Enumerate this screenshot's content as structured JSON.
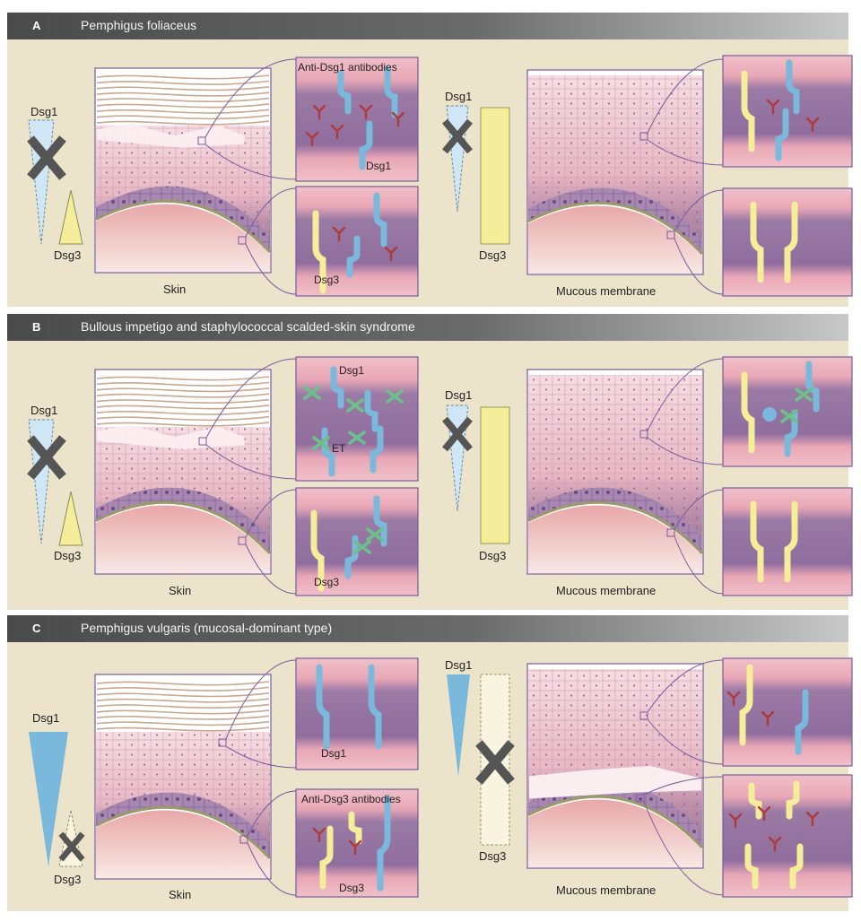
{
  "panels": [
    {
      "letter": "A",
      "title": "Pemphigus foliaceus",
      "skin_caption": "Skin",
      "mucosa_caption": "Mucous membrane",
      "skin_dsg1_label": "Dsg1",
      "skin_dsg3_label": "Dsg3",
      "mucosa_dsg1_label": "Dsg1",
      "mucosa_dsg3_label": "Dsg3",
      "inset_top_label": "Anti-Dsg1 antibodies",
      "inset_top_callout": "Dsg1",
      "inset_bottom_callout": "Dsg3"
    },
    {
      "letter": "B",
      "title": "Bullous impetigo and staphylococcal scalded-skin syndrome",
      "skin_caption": "Skin",
      "mucosa_caption": "Mucous membrane",
      "skin_dsg1_label": "Dsg1",
      "skin_dsg3_label": "Dsg3",
      "mucosa_dsg1_label": "Dsg1",
      "mucosa_dsg3_label": "Dsg3",
      "inset_top_label": "Dsg1",
      "inset_top_callout": "ET",
      "inset_bottom_callout": "Dsg3"
    },
    {
      "letter": "C",
      "title": "Pemphigus vulgaris (mucosal-dominant type)",
      "skin_caption": "Skin",
      "mucosa_caption": "Mucous membrane",
      "skin_dsg1_label": "Dsg1",
      "skin_dsg3_label": "Dsg3",
      "mucosa_dsg1_label": "Dsg1",
      "mucosa_dsg3_label": "Dsg3",
      "inset_top_callout": "Dsg1",
      "inset_bottom_label": "Anti-Dsg3 antibodies",
      "inset_bottom_callout": "Dsg3"
    }
  ],
  "colors": {
    "header_dark": "#4a4a4a",
    "panel_bg": "#ece3cb",
    "dsg1_blue": "#7ab8dc",
    "dsg1_light": "#cfe6f4",
    "dsg3_yellow": "#f4ee9a",
    "antibody_red": "#b03a3a",
    "toxin_green": "#6cc08a",
    "frame_purple": "#7a5aa0"
  }
}
